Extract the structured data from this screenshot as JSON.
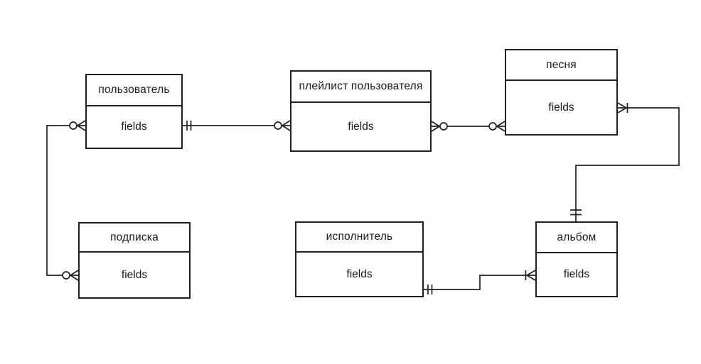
{
  "diagram": {
    "kind": "entity-relationship-diagram",
    "notation": "crows-foot",
    "entities": [
      {
        "id": "user",
        "title": "пользователь",
        "fields_label": "fields"
      },
      {
        "id": "user_playlist",
        "title": "плейлист пользователя",
        "fields_label": "fields"
      },
      {
        "id": "song",
        "title": "песня",
        "fields_label": "fields"
      },
      {
        "id": "subscription",
        "title": "подписка",
        "fields_label": "fields"
      },
      {
        "id": "artist",
        "title": "исполнитель",
        "fields_label": "fields"
      },
      {
        "id": "album",
        "title": "альбом",
        "fields_label": "fields"
      }
    ],
    "relationships": [
      {
        "from": "пользователь",
        "to": "подписка",
        "from_cardinality": "zero-or-many",
        "to_cardinality": "zero-or-many"
      },
      {
        "from": "пользователь",
        "to": "плейлист пользователя",
        "from_cardinality": "one-and-only-one",
        "to_cardinality": "zero-or-many"
      },
      {
        "from": "плейлист пользователя",
        "to": "песня",
        "from_cardinality": "zero-or-many",
        "to_cardinality": "zero-or-many"
      },
      {
        "from": "песня",
        "to": "альбом",
        "from_cardinality": "one-or-many",
        "to_cardinality": "one-and-only-one"
      },
      {
        "from": "исполнитель",
        "to": "альбом",
        "from_cardinality": "one-and-only-one",
        "to_cardinality": "one-or-many"
      }
    ]
  },
  "colors": {
    "line": "#212121",
    "background": "#ffffff",
    "box_fill": "#ffffff",
    "text": "#1a1a1a"
  }
}
